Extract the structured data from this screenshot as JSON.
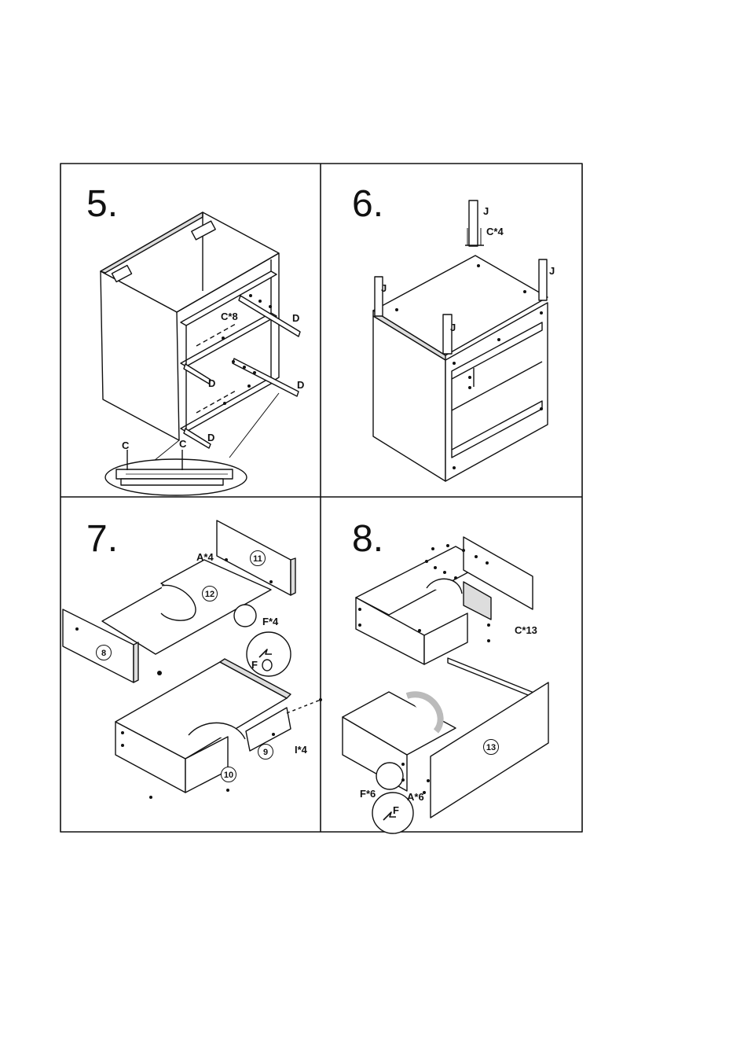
{
  "steps": [
    {
      "number": "5.",
      "labels": {
        "c8": "C*8",
        "d1": "D",
        "d2": "D",
        "d3": "D",
        "d4": "D",
        "c_inset": "C",
        "c_inset2": "C"
      }
    },
    {
      "number": "6.",
      "labels": {
        "j1": "J",
        "c4": "C*4",
        "j2": "J",
        "j3": "J",
        "j4": "J"
      }
    },
    {
      "number": "7.",
      "labels": {
        "a4": "A*4",
        "p11": "11",
        "p12": "12",
        "f4": "F*4",
        "p8": "8",
        "f_inset": "F",
        "p9": "9",
        "i4": "I*4",
        "p10": "10"
      }
    },
    {
      "number": "8.",
      "labels": {
        "c13": "C*13",
        "p13": "13",
        "f6": "F*6",
        "a6": "A*6",
        "f_inset": "F"
      }
    }
  ]
}
